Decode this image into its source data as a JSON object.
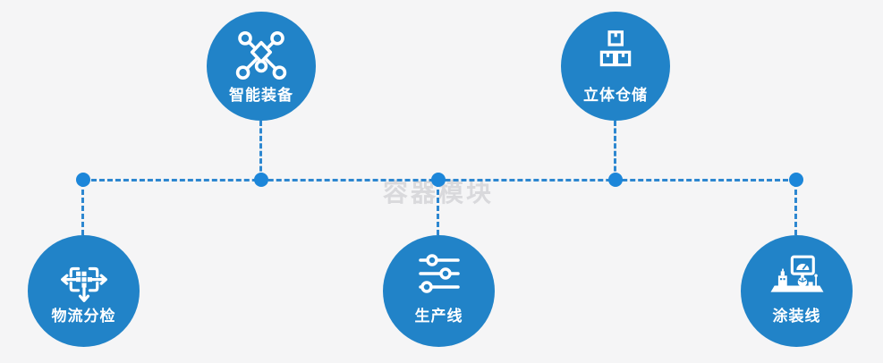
{
  "watermark": "容器模块",
  "colors": {
    "background": "#f5f5f6",
    "node_blue": "#2183c8",
    "connector_dash_blue": "#2d87d0",
    "junction_dot_blue": "#1c86d9",
    "label_white": "#ffffff",
    "watermark_gray": "#a5a5ac"
  },
  "nodes": [
    {
      "id": "smart-equipment",
      "label": "智能装备",
      "icon": "network-nodes-icon",
      "row": "top"
    },
    {
      "id": "stereo-warehouse",
      "label": "立体仓储",
      "icon": "stacked-boxes-icon",
      "row": "top"
    },
    {
      "id": "logistics-sorting",
      "label": "物流分检",
      "icon": "sorting-arrows-icon",
      "row": "bottom"
    },
    {
      "id": "production-line",
      "label": "生产线",
      "icon": "sliders-icon",
      "row": "bottom"
    },
    {
      "id": "painting-line",
      "label": "涂装线",
      "icon": "paint-station-icon",
      "row": "bottom"
    }
  ]
}
